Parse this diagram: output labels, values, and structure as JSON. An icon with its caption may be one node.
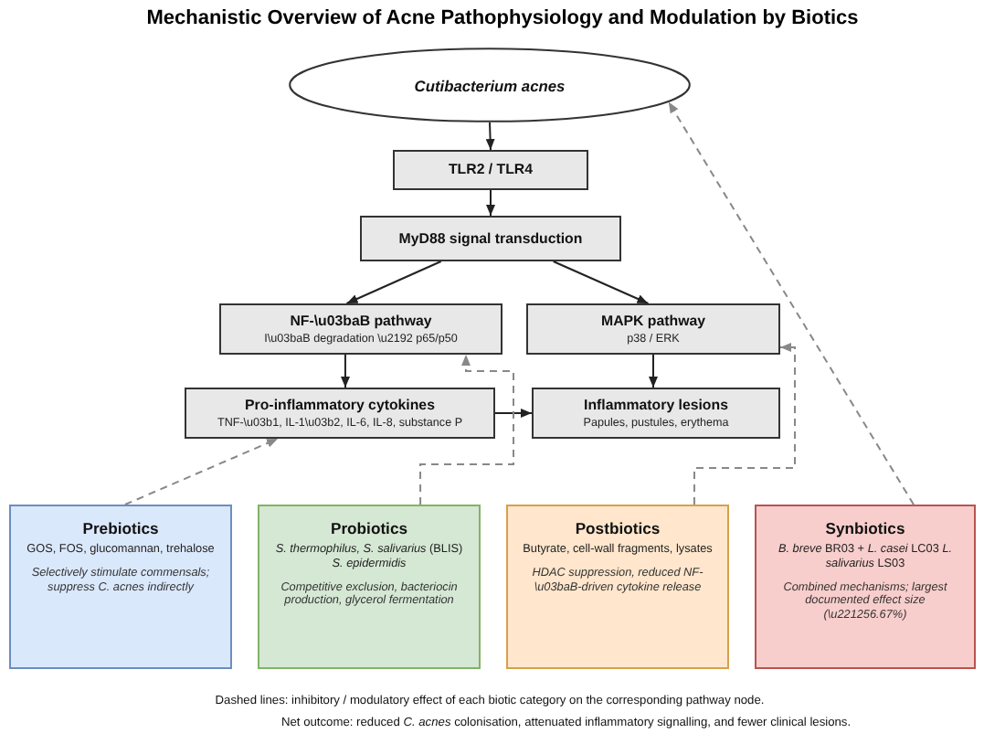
{
  "diagram": {
    "title": "Mechanistic Overview of Acne Pathophysiology and Modulation by Biotics",
    "nodes": [
      {
        "text": [
          "Cutibacterium acnes"
        ]
      },
      {
        "text": [
          "TLR2 / TLR4"
        ]
      },
      {
        "text": [
          "MyD88 signal transduction"
        ]
      },
      {
        "text": [
          "NF-\\u03baB pathway",
          "I\\u03baB degradation \\u2192 p65/p50"
        ]
      },
      {
        "text": [
          "MAPK pathway",
          "p38 / ERK"
        ]
      },
      {
        "text": [
          "Pro-inflammatory cytokines",
          "TNF-\\u03b1, IL-1\\u03b2, IL-6, IL-8, substance P"
        ]
      },
      {
        "text": [
          "Inflammatory lesions",
          "Papules, pustules, erythema"
        ]
      },
      {
        "text": [
          "Prebiotics",
          "GOS, FOS, glucomannan, trehalose",
          "Selectively stimulate commensals; suppress C. acnes indirectly"
        ]
      },
      {
        "text": [
          "Probiotics",
          "*S. thermophilus, S. salivarius* (BLIS) *S. epidermidis*",
          "Competitive exclusion, bacteriocin production, glycerol fermentation"
        ]
      },
      {
        "text": [
          "Postbiotics",
          "Butyrate, cell-wall fragments, lysates",
          "HDAC suppression, reduced NF-\\u03baB-driven cytokine release"
        ]
      },
      {
        "text": [
          "Synbiotics",
          "*B. breve* BR03 + *L. casei* LC03 *L. salivarius* LS03",
          "Combined mechanisms; largest documented effect size (\\u221256.67%)"
        ]
      }
    ],
    "edges": [
      {
        "from": 0,
        "to": 1,
        "arrow": "to"
      },
      {
        "from": 1,
        "to": 2,
        "arrow": "to"
      },
      {
        "from": 2,
        "to": 3,
        "arrow": "to"
      },
      {
        "from": 2,
        "to": 4,
        "arrow": "to"
      },
      {
        "from": 3,
        "to": 5,
        "arrow": "to"
      },
      {
        "from": 4,
        "to": 6,
        "arrow": "to"
      },
      {
        "from": 5,
        "to": 6,
        "arrow": "to"
      },
      {
        "from": 7,
        "to": 5,
        "arrow": "to",
        "style": "dashed",
        "color": "#888888"
      },
      {
        "from": 8,
        "to": 3,
        "arrow": "to",
        "style": "dashed",
        "color": "#888888"
      },
      {
        "from": 9,
        "to": 4,
        "arrow": "to",
        "style": "dashed",
        "color": "#888888"
      },
      {
        "from": 10,
        "to": 0,
        "arrow": "to",
        "style": "dashed",
        "color": "#888888"
      }
    ],
    "labels": [
      "Dashed lines: inhibitory / modulatory effect of each biotic category on the corresponding pathway node.",
      "Net outcome: reduced *C. acnes* colonisation, attenuated inflammatory signalling, and fewer clinical lesions."
    ]
  }
}
